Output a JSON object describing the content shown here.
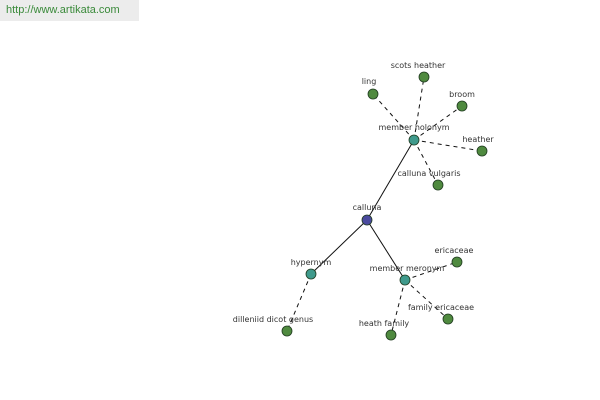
{
  "banner": {
    "url": "http://www.artikata.com"
  },
  "colors": {
    "root": "#4a4a9e",
    "relation": "#3f9a8c",
    "leaf": "#4f8a3f",
    "outline": "#1f3a1f",
    "edge": "#111111"
  },
  "graph": {
    "root": {
      "id": "calluna",
      "label": "calluna"
    },
    "relations": [
      {
        "id": "member_holonym",
        "label": "member holonym"
      },
      {
        "id": "hypernym",
        "label": "hypernym"
      },
      {
        "id": "member_meronym",
        "label": "member meronym"
      }
    ],
    "leaves": [
      {
        "id": "ling",
        "label": "ling",
        "parent": "member_holonym"
      },
      {
        "id": "scots_heather",
        "label": "scots heather",
        "parent": "member_holonym"
      },
      {
        "id": "broom",
        "label": "broom",
        "parent": "member_holonym"
      },
      {
        "id": "heather",
        "label": "heather",
        "parent": "member_holonym"
      },
      {
        "id": "calluna_vulgaris",
        "label": "calluna vulgaris",
        "parent": "member_holonym"
      },
      {
        "id": "dilleniid_dicot_genus",
        "label": "dilleniid dicot genus",
        "parent": "hypernym"
      },
      {
        "id": "ericaceae",
        "label": "ericaceae",
        "parent": "member_meronym"
      },
      {
        "id": "family_ericaceae",
        "label": "family ericaceae",
        "parent": "member_meronym"
      },
      {
        "id": "heath_family",
        "label": "heath family",
        "parent": "member_meronym"
      }
    ]
  }
}
